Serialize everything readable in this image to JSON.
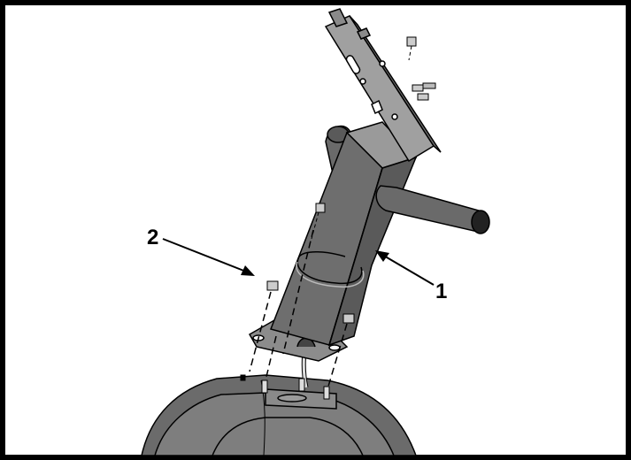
{
  "diagram": {
    "callouts": [
      {
        "label": "1",
        "points_to": "upright-column"
      },
      {
        "label": "2",
        "points_to": "nut"
      }
    ],
    "colors": {
      "frame": "#000000",
      "metal_dark": "#5f5f5f",
      "metal_mid": "#7a7a7a",
      "metal_light": "#9a9a9a",
      "shroud": "#6b6b6b",
      "shroud_light": "#8a8a8a",
      "outline": "#000000"
    }
  }
}
